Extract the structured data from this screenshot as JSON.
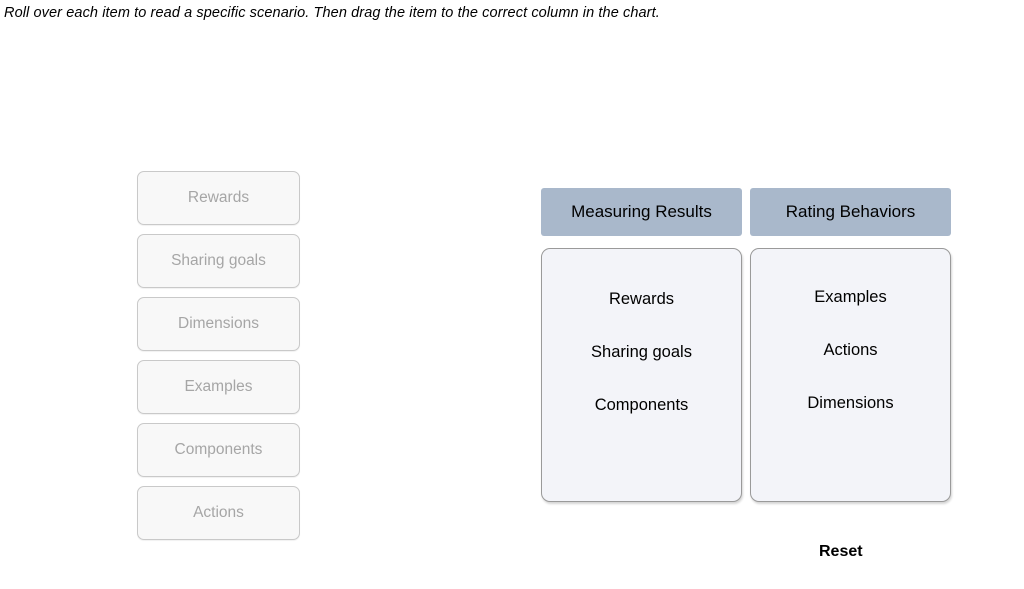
{
  "instruction": "Roll over each item to read a specific scenario. Then drag the item to the correct column in the chart.",
  "source_items": [
    {
      "label": "Rewards"
    },
    {
      "label": "Sharing goals"
    },
    {
      "label": "Dimensions"
    },
    {
      "label": "Examples"
    },
    {
      "label": "Components"
    },
    {
      "label": "Actions"
    }
  ],
  "columns": [
    {
      "header": "Measuring Results",
      "items": [
        {
          "label": "Rewards"
        },
        {
          "label": "Sharing goals"
        },
        {
          "label": "Components"
        }
      ]
    },
    {
      "header": "Rating Behaviors",
      "items": [
        {
          "label": "Examples"
        },
        {
          "label": "Actions"
        },
        {
          "label": "Dimensions"
        }
      ]
    }
  ],
  "reset_label": "Reset",
  "colors": {
    "header_background": "#a9b8cb",
    "dropzone_background": "#f3f4f9",
    "source_item_background": "#f8f8f8",
    "source_item_text": "#a6a6a6",
    "drop_item_text": "#000000"
  }
}
